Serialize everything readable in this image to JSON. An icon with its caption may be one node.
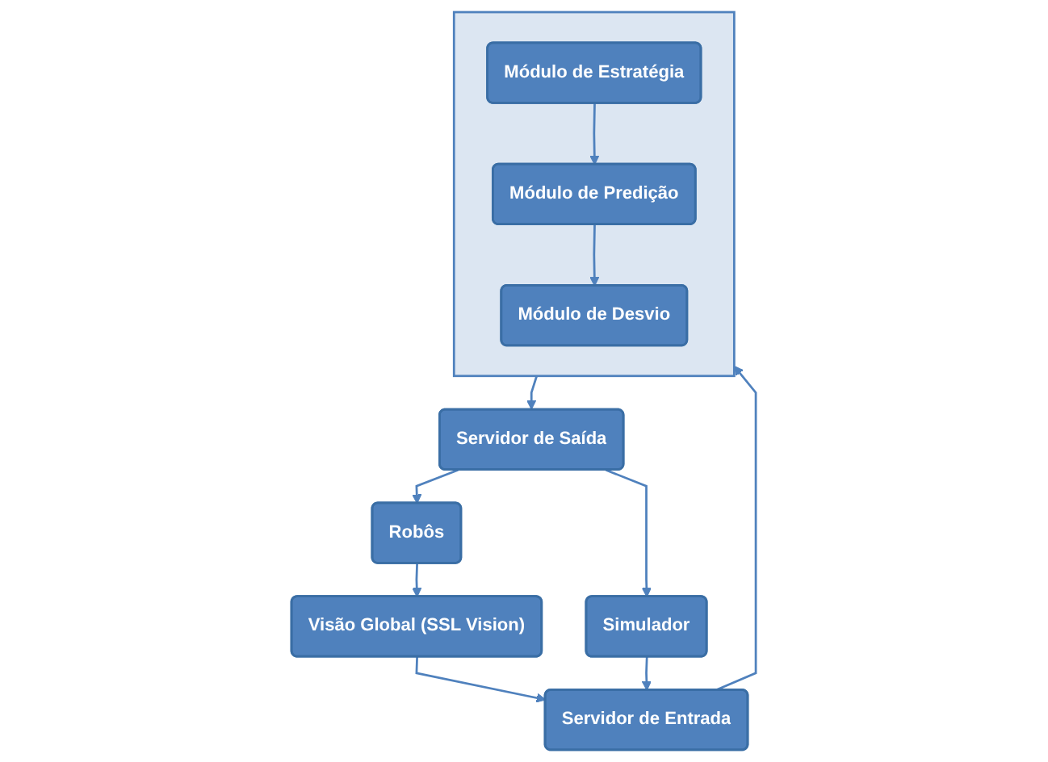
{
  "diagram": {
    "nodes": [
      {
        "text": [
          "Servidor de Entrada"
        ]
      },
      {
        "text": [
          "Visão Global (SSL Vision)"
        ]
      },
      {
        "text": [],
        "shape": "box"
      },
      {
        "text": [
          "Módulo de Estratégia"
        ],
        "in": 2
      },
      {
        "text": [
          "Módulo de Predição"
        ],
        "in": 2
      },
      {
        "text": [
          "Módulo de Desvio"
        ],
        "in": 2
      },
      {
        "text": [
          "Simulador"
        ]
      },
      {
        "text": [
          "Servidor de Saída"
        ]
      },
      {
        "text": [
          "Robôs"
        ]
      }
    ],
    "edges": [
      {
        "from": 1,
        "to": 0,
        "arrow": "to"
      },
      {
        "from": 0,
        "to": 2,
        "arrow": "to"
      },
      {
        "from": 3,
        "to": 4,
        "arrow": "to"
      },
      {
        "from": 4,
        "to": 5,
        "arrow": "to"
      },
      {
        "from": 2,
        "to": 7,
        "arrow": "to"
      },
      {
        "from": 7,
        "to": 6,
        "arrow": "to"
      },
      {
        "from": 6,
        "to": 0,
        "arrow": "to"
      },
      {
        "from": 7,
        "to": 8,
        "arrow": "to"
      },
      {
        "from": 8,
        "to": 1,
        "arrow": "to"
      }
    ]
  }
}
